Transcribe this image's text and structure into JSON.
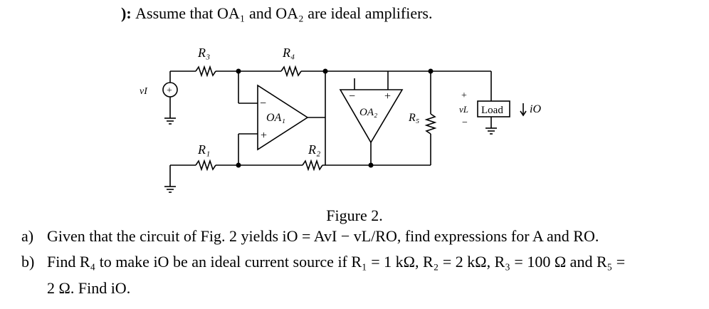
{
  "header": {
    "prefix": "): ",
    "statement": "Assume that OA₁ and OA₂ are ideal amplifiers."
  },
  "circuit": {
    "R3": "R₃",
    "R4": "R₄",
    "R1": "R₁",
    "R2": "R₂",
    "R5": "R₅",
    "OA1": "OA₁",
    "OA2": "OA₂",
    "vI": "vI",
    "vL": "vL",
    "load": "Load",
    "io": "iO",
    "plus": "+",
    "minus": "−"
  },
  "caption": "Figure 2.",
  "questions": {
    "a_label": "a)",
    "a_text": "Given that the circuit of Fig. 2 yields iO = AvI − vL/RO, find expressions for A and RO.",
    "b_label": "b)",
    "b_text": "Find R₄ to make iO be an ideal current source if R₁ = 1 kΩ, R₂ = 2 kΩ, R₃ = 100 Ω and R₅ =",
    "b_text2": "2 Ω. Find iO."
  }
}
